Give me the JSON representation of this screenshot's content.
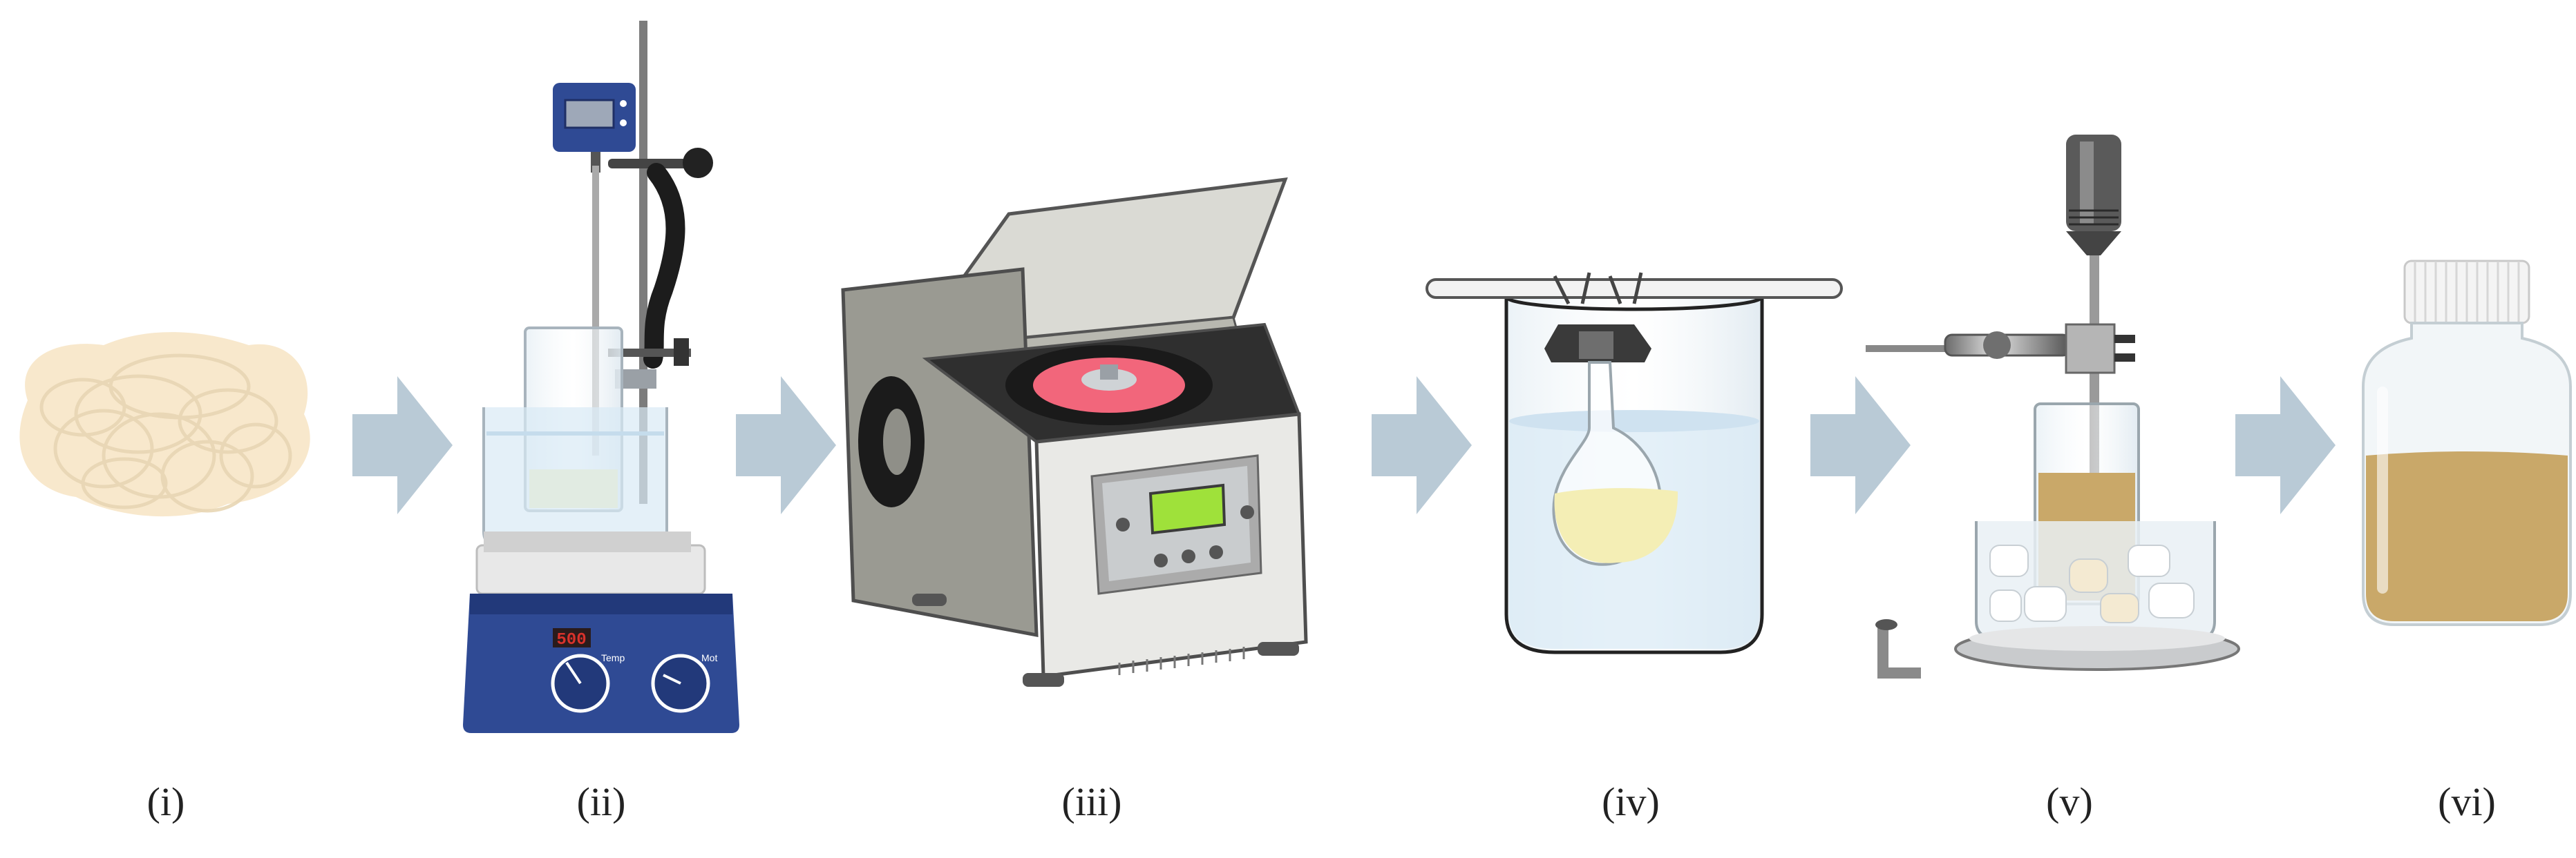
{
  "steps": [
    {
      "label": "(i)",
      "icon": "fiber-pile-icon"
    },
    {
      "label": "(ii)",
      "icon": "hotplate-stirrer-icon",
      "display": "500",
      "knob_labels": [
        "Temp",
        "Mot"
      ]
    },
    {
      "label": "(iii)",
      "icon": "centrifuge-icon"
    },
    {
      "label": "(iv)",
      "icon": "dialysis-bath-icon"
    },
    {
      "label": "(v)",
      "icon": "homogenizer-ice-bath-icon"
    },
    {
      "label": "(vi)",
      "icon": "suspension-bottle-icon"
    }
  ],
  "arrow_icon": "process-arrow-icon",
  "colors": {
    "arrow": "#b9cad6",
    "hotplate_body": "#2f4a94",
    "display_red": "#d8322b",
    "centrifuge_screen": "#9fe13a",
    "rotor_pink": "#f2667b",
    "liquid_light": "#f4eeb5",
    "liquid_tan": "#c9a869",
    "water_blue": "#d8e9f5"
  }
}
